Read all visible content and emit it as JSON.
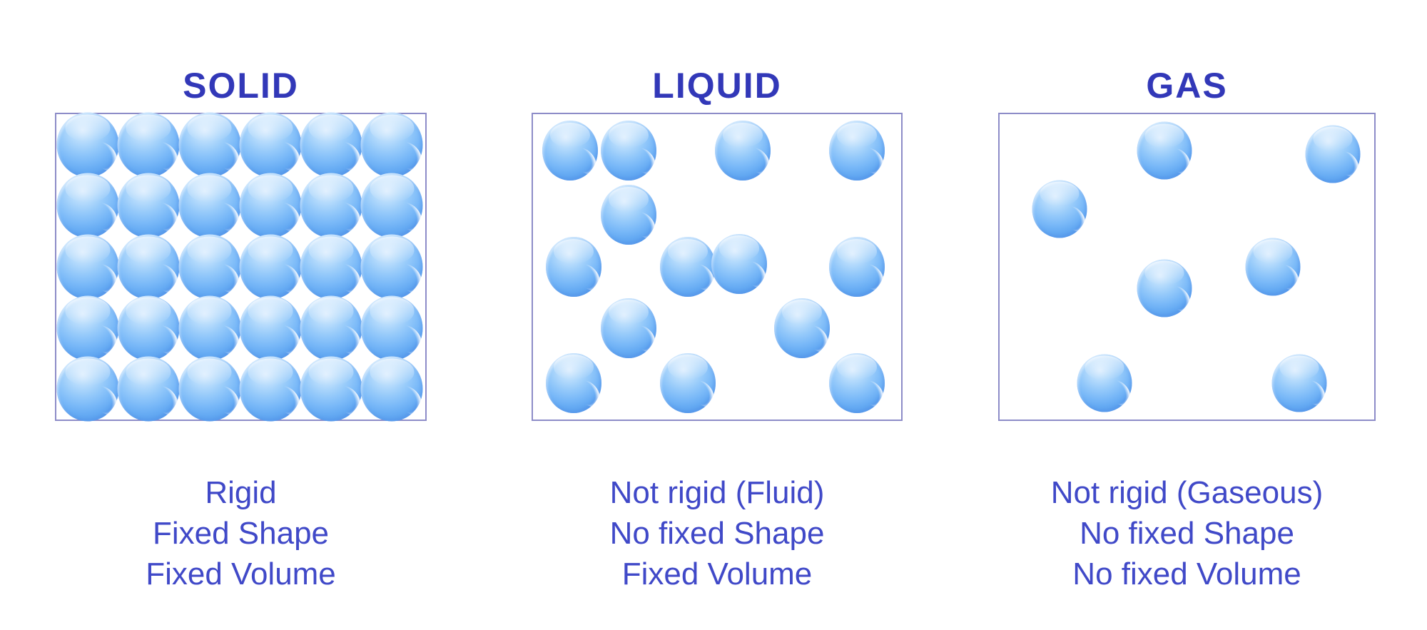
{
  "diagram": {
    "type": "states-of-matter",
    "background_color": "#ffffff",
    "title_color": "#3238b8",
    "caption_color": "#4049c8",
    "box_border_color": "#8d8cc8",
    "particle_colors": {
      "highlight": "#d9ecfe",
      "light": "#b5dbfc",
      "main": "#7ab9f8",
      "edge": "#5fa5f0"
    }
  },
  "panels": [
    {
      "id": "solid",
      "title": "SOLID",
      "captions": [
        "Rigid",
        "Fixed Shape",
        "Fixed Volume"
      ],
      "arrangement": "tightly-packed-grid-6x5",
      "particle_count": 30,
      "particle_size": {
        "w": 87,
        "h": 91
      },
      "particles": [
        [
          8.5,
          10
        ],
        [
          25,
          10
        ],
        [
          41.5,
          10
        ],
        [
          58,
          10
        ],
        [
          74.5,
          10
        ],
        [
          91,
          10
        ],
        [
          8.5,
          30
        ],
        [
          25,
          30
        ],
        [
          41.5,
          30
        ],
        [
          58,
          30
        ],
        [
          74.5,
          30
        ],
        [
          91,
          30
        ],
        [
          8.5,
          50
        ],
        [
          25,
          50
        ],
        [
          41.5,
          50
        ],
        [
          58,
          50
        ],
        [
          74.5,
          50
        ],
        [
          91,
          50
        ],
        [
          8.5,
          70
        ],
        [
          25,
          70
        ],
        [
          41.5,
          70
        ],
        [
          58,
          70
        ],
        [
          74.5,
          70
        ],
        [
          91,
          70
        ],
        [
          8.5,
          90
        ],
        [
          25,
          90
        ],
        [
          41.5,
          90
        ],
        [
          58,
          90
        ],
        [
          74.5,
          90
        ],
        [
          91,
          90
        ]
      ]
    },
    {
      "id": "liquid",
      "title": "LIQUID",
      "captions": [
        "Not rigid (Fluid)",
        "No fixed Shape",
        "Fixed Volume"
      ],
      "arrangement": "loosely-scattered",
      "particle_count": 14,
      "particle_size": {
        "w": 78,
        "h": 84
      },
      "particles": [
        [
          10,
          12
        ],
        [
          26,
          12
        ],
        [
          57,
          12
        ],
        [
          88,
          12
        ],
        [
          26,
          33
        ],
        [
          11,
          50
        ],
        [
          42,
          50
        ],
        [
          56,
          49
        ],
        [
          88,
          50
        ],
        [
          26,
          70
        ],
        [
          73,
          70
        ],
        [
          11,
          88
        ],
        [
          42,
          88
        ],
        [
          88,
          88
        ]
      ]
    },
    {
      "id": "gas",
      "title": "GAS",
      "captions": [
        "Not rigid (Gaseous)",
        "No fixed Shape",
        "No fixed Volume"
      ],
      "arrangement": "sparse-random",
      "particle_count": 7,
      "particle_size": {
        "w": 77,
        "h": 81
      },
      "particles": [
        [
          44,
          12
        ],
        [
          89,
          13
        ],
        [
          16,
          31
        ],
        [
          44,
          57
        ],
        [
          73,
          50
        ],
        [
          28,
          88
        ],
        [
          80,
          88
        ]
      ]
    }
  ]
}
